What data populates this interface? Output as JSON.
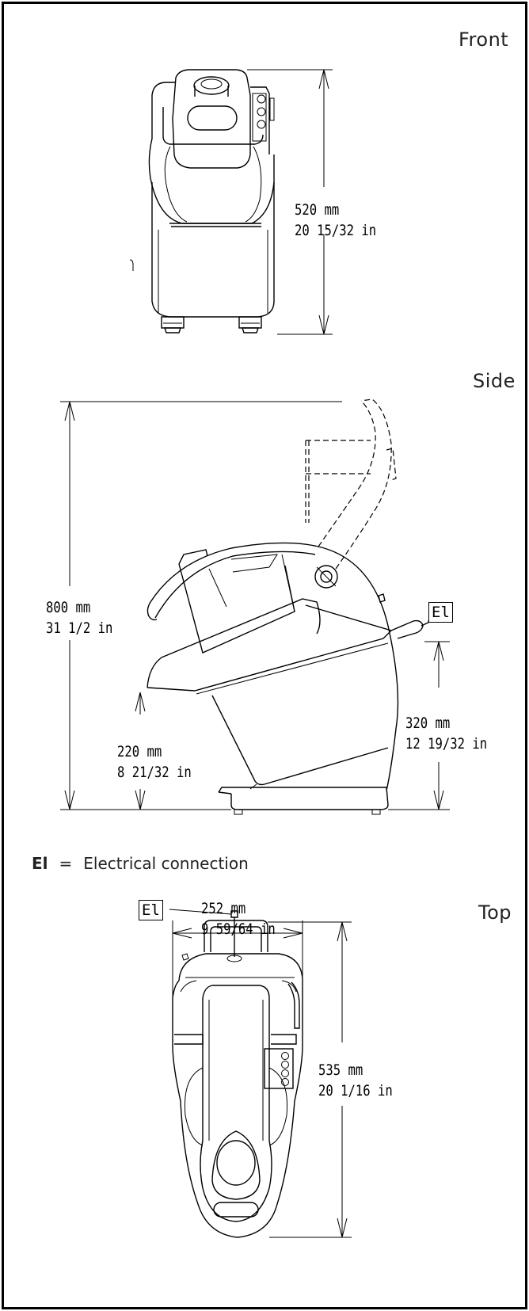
{
  "views": {
    "front": "Front",
    "side": "Side",
    "top": "Top"
  },
  "dimensions": {
    "front_height_mm": "520 mm",
    "front_height_in": "20 15/32 in",
    "side_height_mm": "800 mm",
    "side_height_in": "31 1/2 in",
    "chute_height_mm": "220 mm",
    "chute_height_in": "8 21/32 in",
    "conn_height_mm": "320 mm",
    "conn_height_in": "12 19/32 in",
    "top_width_mm": "252 mm",
    "top_width_in": "9 59/64 in",
    "top_depth_mm": "535 mm",
    "top_depth_in": "20 1/16 in"
  },
  "labels": {
    "el_tag": "El",
    "el_tag_top": "El",
    "legend_key": "El",
    "legend_eq": "=",
    "legend_text": "Electrical connection"
  }
}
